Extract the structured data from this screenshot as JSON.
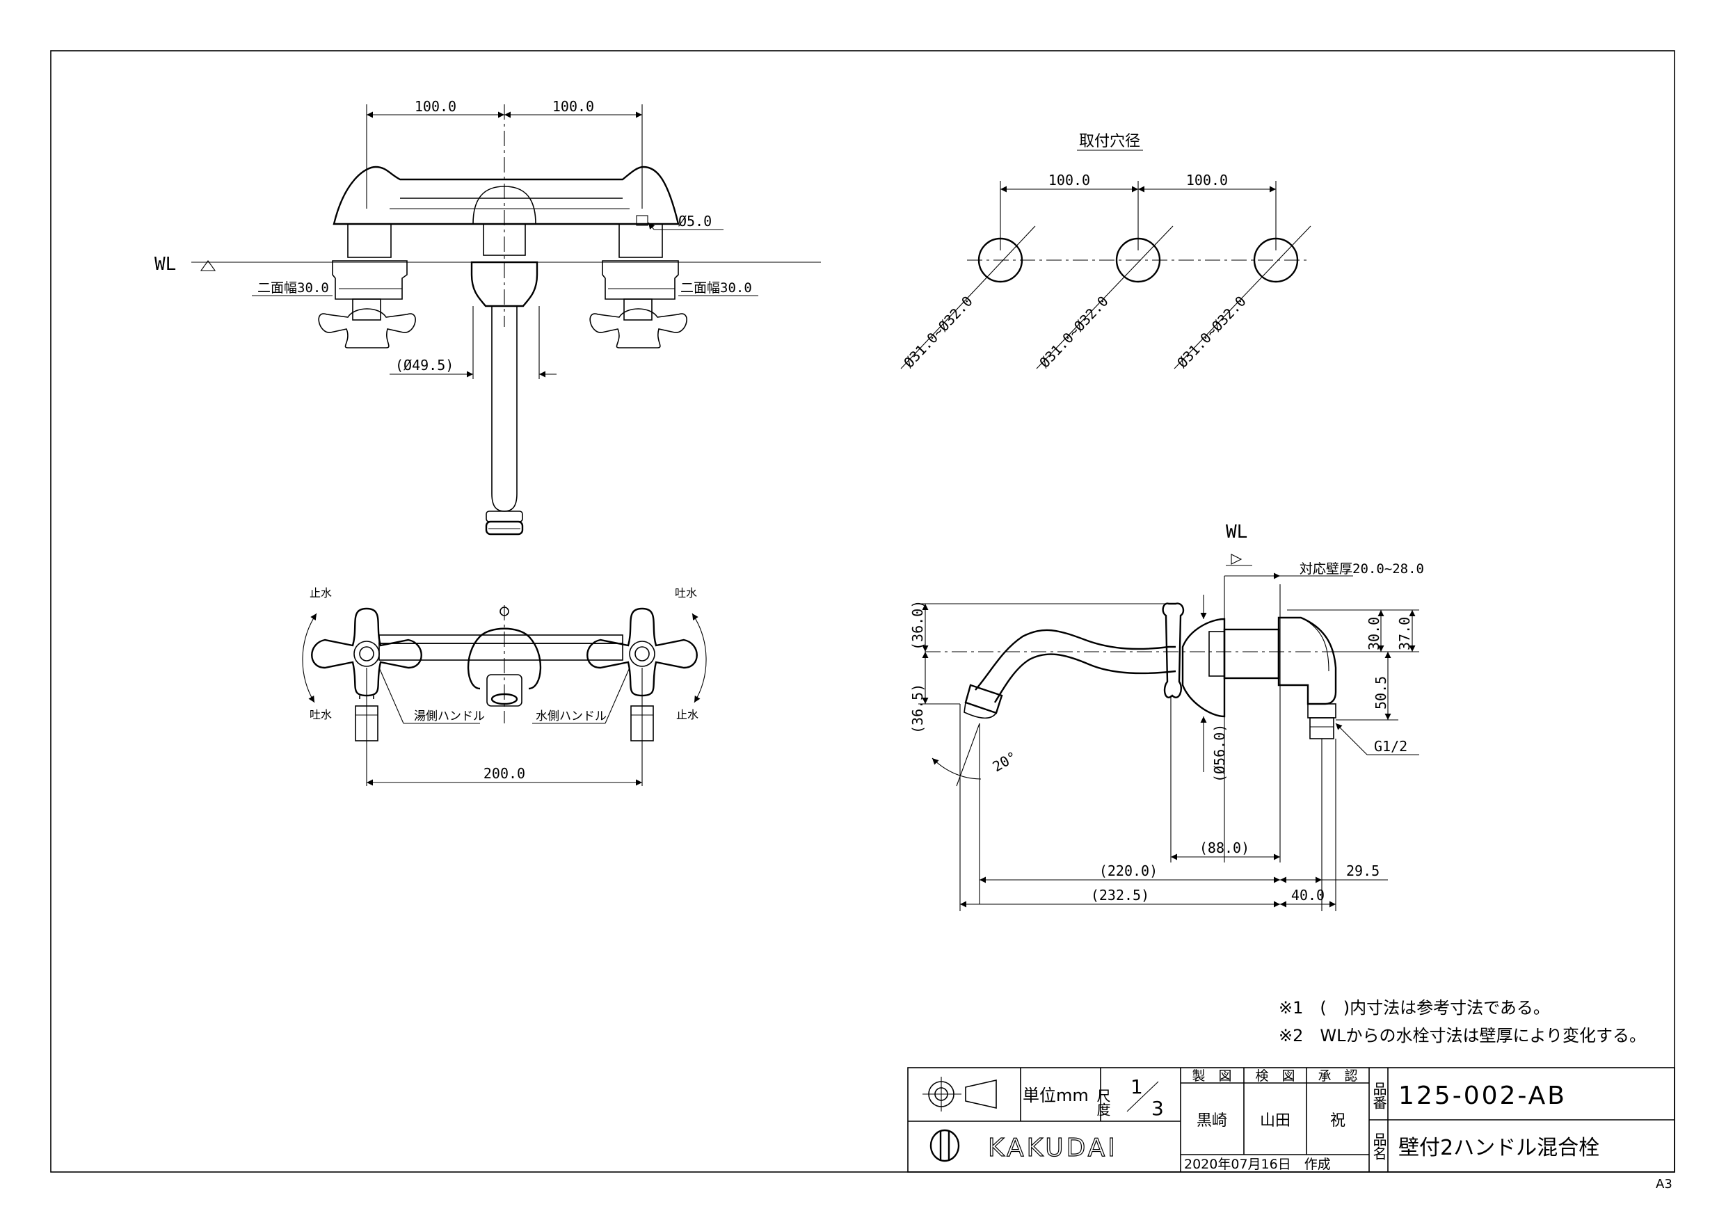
{
  "front_view": {
    "dims_top": [
      "100.0",
      "100.0"
    ],
    "wl_label": "WL",
    "hole_dia": "Ø5.0",
    "flat_left": "二面幅30.0",
    "flat_right": "二面幅30.0",
    "spout_dia": "(Ø49.5)"
  },
  "plan_view": {
    "stop_left": "止水",
    "stop_right": "止水",
    "flow_left": "吐水",
    "flow_right": "吐水",
    "hot_handle": "湯側ハンドル",
    "cold_handle": "水側ハンドル",
    "width": "200.0"
  },
  "mount_holes": {
    "title": "取付穴径",
    "dims": [
      "100.0",
      "100.0"
    ],
    "hole_labels": [
      "Ø31.0~Ø32.0",
      "Ø31.0~Ø32.0",
      "Ø31.0~Ø32.0"
    ]
  },
  "side_view": {
    "wl_label": "WL",
    "wall_thickness": "対応壁厚20.0~28.0",
    "d30": "30.0",
    "d37": "37.0",
    "d505": "50.5",
    "thread": "G1/2",
    "d365": "(36.5)",
    "d360": "(36.0)",
    "dia56": "(Ø56.0)",
    "angle": "20°",
    "d88": "(88.0)",
    "d220": "(220.0)",
    "d295": "29.5",
    "d2325": "(232.5)",
    "d40": "40.0"
  },
  "notes": [
    "※1　(　)内寸法は参考寸法である。",
    "※2　WLからの水栓寸法は壁厚により変化する。"
  ],
  "title_block": {
    "unit": "単位mm",
    "scale_label": "尺度",
    "scale_num": "1",
    "scale_den": "3",
    "made_label": "製　図",
    "check_label": "検　図",
    "approve_label": "承　認",
    "made_by": "黒崎",
    "checked_by": "山田",
    "approved_by": "祝",
    "date": "2020年07月16日　作成",
    "logo": "KAKUDAI",
    "part_no_label": "品番",
    "part_no": "125-002-AB",
    "part_name_label": "品名",
    "part_name": "壁付2ハンドル混合栓"
  },
  "sheet_size": "A3"
}
